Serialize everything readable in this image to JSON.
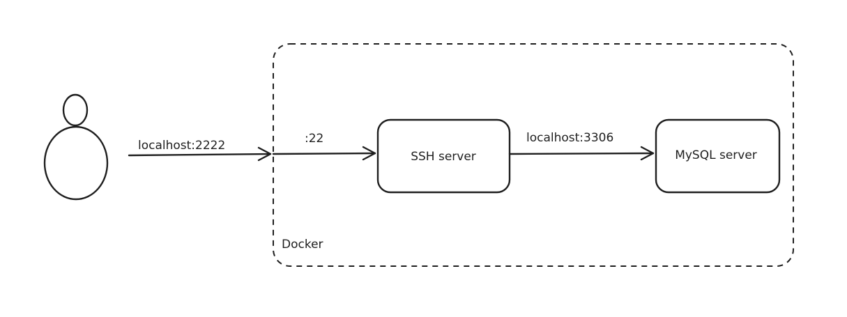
{
  "diagram": {
    "user_figure": "person-icon",
    "container": {
      "label": "Docker"
    },
    "nodes": {
      "ssh": {
        "label": "SSH server"
      },
      "mysql": {
        "label": "MySQL server"
      }
    },
    "edges": {
      "user_to_docker": {
        "label": "localhost:2222"
      },
      "docker_to_ssh": {
        "label": ":22"
      },
      "ssh_to_mysql": {
        "label": "localhost:3306"
      }
    },
    "colors": {
      "stroke": "#1e1e1e",
      "background": "#ffffff"
    }
  }
}
